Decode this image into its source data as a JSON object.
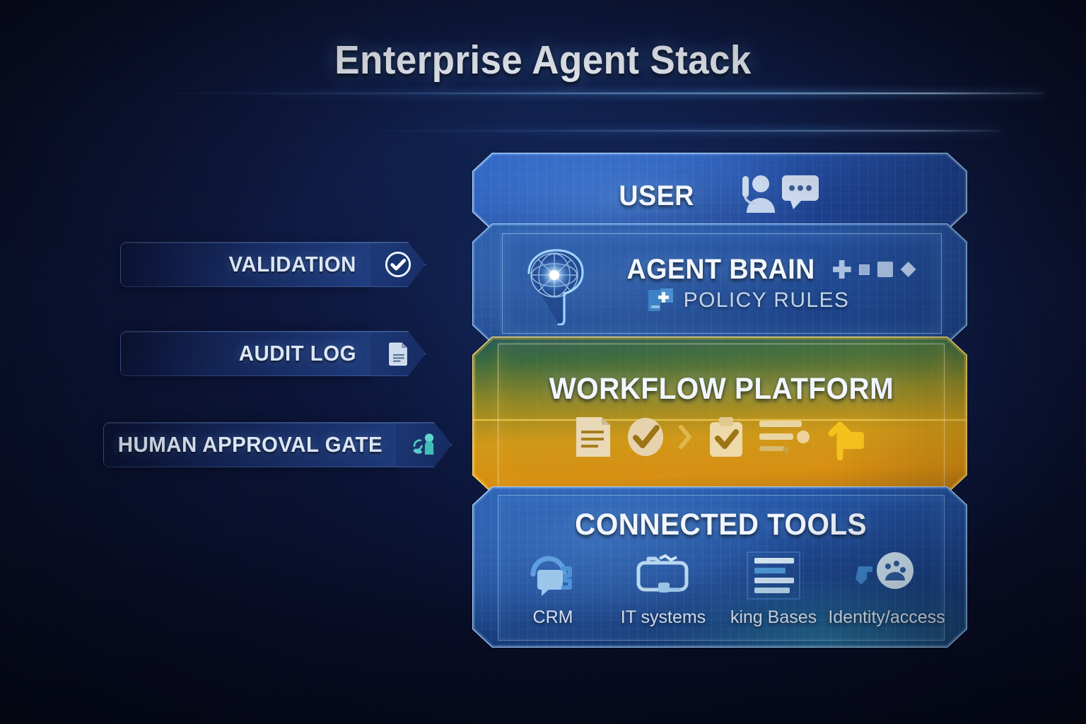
{
  "title": "Enterprise Agent Stack",
  "theme": {
    "background": "#0b1130",
    "accent_blue": "#3e7ddb",
    "accent_amber": "#e0a017",
    "accent_teal": "#3fc6c0",
    "text_primary": "#f2f6ff",
    "text_secondary": "#c2d4ea"
  },
  "callouts": [
    {
      "label": "VALIDATION",
      "icon": "check-circle-icon"
    },
    {
      "label": "AUDIT LOG",
      "icon": "document-icon"
    },
    {
      "label": "HUMAN APPROVAL GATE",
      "icon": "human-approval-icon"
    }
  ],
  "stack": {
    "user": {
      "label": "USER",
      "icon": "user-chat-icon"
    },
    "agent_brain": {
      "label": "AGENT BRAIN",
      "icon": "brain-icon",
      "subtitle": "POLICY RULES",
      "subtitle_icon": "policy-shield-icon",
      "accent_glyphs": [
        "plus-glyph",
        "small-square-glyph",
        "square-glyph",
        "diamond-glyph"
      ]
    },
    "workflow": {
      "label": "WORKFLOW PLATFORM",
      "icons": [
        "document-icon",
        "check-circle-icon",
        "chevron-right-icon",
        "clipboard-check-icon",
        "task-list-icon",
        "flag-arrow-icon"
      ]
    },
    "connected_tools": {
      "label": "CONNECTED TOOLS",
      "tools": [
        {
          "label": "CRM",
          "icon": "crm-icon"
        },
        {
          "label": "IT systems",
          "icon": "it-systems-icon"
        },
        {
          "label": "king Bases",
          "icon": "knowledge-base-icon"
        },
        {
          "label": "Identity/access",
          "icon": "identity-access-icon"
        }
      ]
    }
  }
}
